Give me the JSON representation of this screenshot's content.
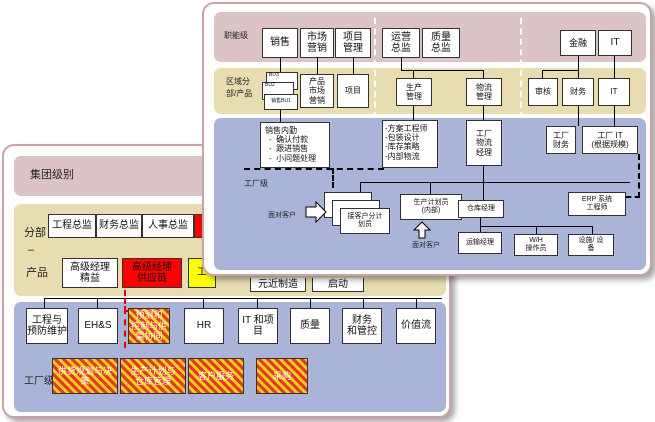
{
  "back_card": {
    "group_label": "集团级别",
    "division_label_1": "分部",
    "division_label_dash": "–",
    "division_label_2": "产品",
    "factory_label": "工厂级",
    "division_boxes": {
      "engineering_director": "工程总监",
      "finance_director": "财务总监",
      "hr_director": "人事总监",
      "senior_manager_lean": "高级经理\n精益",
      "senior_manager_supply": "高级经理\n供应链",
      "partial_1": "工",
      "partial_2": "元近制造",
      "partial_3": "启动"
    },
    "factory_row1": {
      "engineering_maintenance": "工程与\n预防维护",
      "ehs": "EH&S",
      "demand_planning": "预测和\n控制与供\n需协同",
      "hr": "HR",
      "it_projects": "IT 和项\n目",
      "quality": "质量",
      "finance_control": "财务\n和管控",
      "value_stream": "价值流"
    },
    "factory_row2": {
      "procurement_planning": "供货规划与决\n策",
      "production_warehouse": "生产计划与\n仓库管理",
      "customer_service": "客户服务",
      "purchasing": "采购"
    }
  },
  "front_card": {
    "level_function": "职能级",
    "level_region_1": "区域分",
    "level_region_2": "部/产品",
    "level_factory": "工厂级",
    "top_boxes": {
      "sales": "销售",
      "marketing": "市场\n营销",
      "project_mgmt": "项目\n管理",
      "ops_director": "运营\n总监",
      "quality_director": "质量\n总监",
      "finance": "金融",
      "it": "IT"
    },
    "region_boxes": {
      "bu3": "BU3",
      "bu2": "BU2",
      "bu1": "销售BU1",
      "product_marketing": "产品\n市场\n营销",
      "project": "项目",
      "production_mgmt": "生产\n管理",
      "logistics_mgmt": "物流\n管理",
      "audit": "审核",
      "finance": "财务",
      "it": "IT"
    },
    "factory_boxes": {
      "sales_internal_title": "销售内勤",
      "sales_internal_items": [
        "确认付款",
        "跟进销售",
        "小问题处理"
      ],
      "engineering_items": [
        "方案工程师",
        "包装设计",
        "库存策略",
        "内部物流"
      ],
      "factory_logistics": "工厂\n物流\n经理",
      "factory_finance": "工厂\n财务",
      "factory_it": "工厂 IT\n(根据规模)",
      "customer_planner": "接客户分计\n划员",
      "production_planner": "生产计划员\n(内部)",
      "warehouse_manager": "仓库经理",
      "transport_manager": "运输经理",
      "wh_operator": "W/H\n操作员",
      "equipment": "设施/ 设\n备",
      "erp_engineer": "ERP 系统\n工程师"
    },
    "labels": {
      "face_customer_left": "面对客户",
      "face_customer_bottom": "面对客户"
    }
  }
}
